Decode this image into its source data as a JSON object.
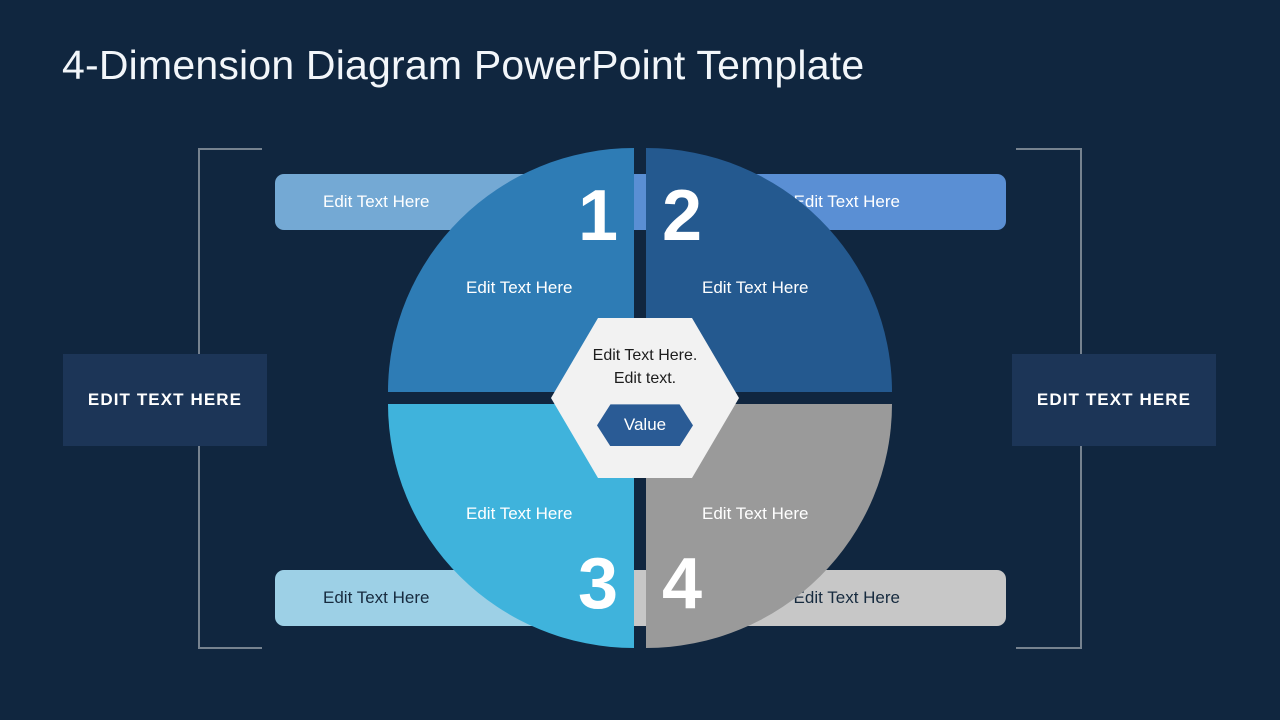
{
  "slide": {
    "title": "4-Dimension Diagram PowerPoint Template",
    "background_color": "#10263f"
  },
  "side_labels": {
    "left": "EDIT TEXT HERE",
    "right": "EDIT TEXT HERE"
  },
  "center": {
    "line1": "Edit Text Here.",
    "line2": "Edit text.",
    "badge_label": "Value",
    "hex_color": "#f2f2f2",
    "badge_color": "#2a5b95"
  },
  "quadrants": [
    {
      "number": "1",
      "inner_label": "Edit Text Here",
      "pill_label": "Edit Text Here",
      "quad_color": "#2e7cb5",
      "pill_color": "#74a9d4"
    },
    {
      "number": "2",
      "inner_label": "Edit Text Here",
      "pill_label": "Edit Text Here",
      "quad_color": "#24598f",
      "pill_color": "#5a8fd4"
    },
    {
      "number": "3",
      "inner_label": "Edit Text Here",
      "pill_label": "Edit Text Here",
      "quad_color": "#3fb3dc",
      "pill_color": "#9dd0e6"
    },
    {
      "number": "4",
      "inner_label": "Edit Text Here",
      "pill_label": "Edit Text Here",
      "quad_color": "#9a9a9a",
      "pill_color": "#c7c7c7"
    }
  ]
}
